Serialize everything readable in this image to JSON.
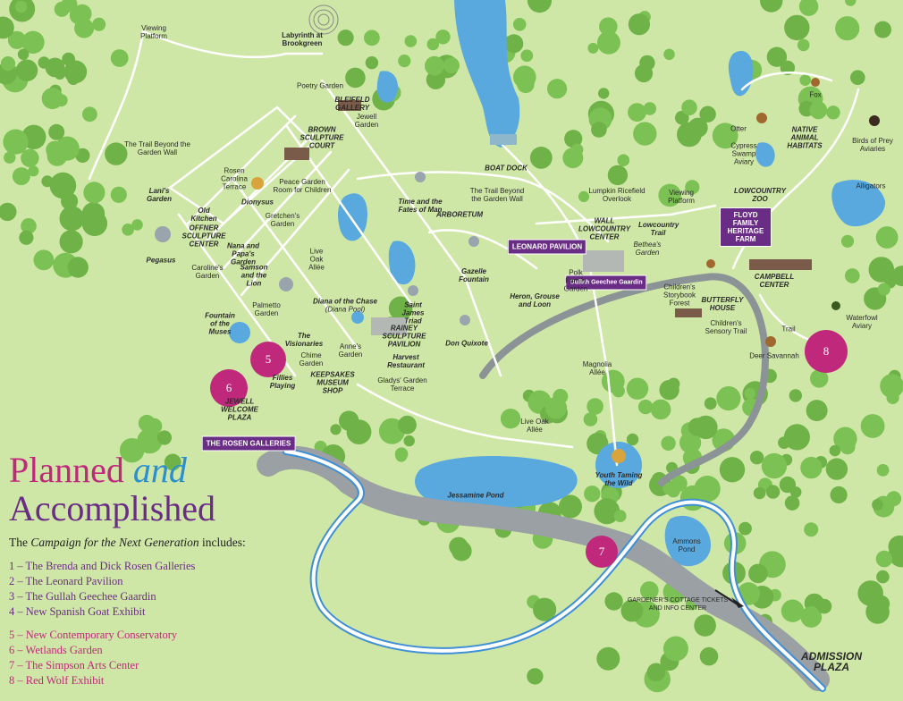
{
  "legend": {
    "title_planned": "Planned",
    "title_and": "and",
    "title_accomplished": "Accomplished",
    "intro_campaign": "Campaign for the Next Generation",
    "intro_before": "The ",
    "intro_after": " includes:",
    "accomplished_items": [
      "1 – The Brenda and Dick Rosen Galleries",
      "2 – The Leonard Pavilion",
      "3 – The Gullah Geechee Gaardin",
      "4 – New Spanish Goat Exhibit"
    ],
    "planned_items": [
      "5 – New Contemporary Conservatory",
      "6 – Wetlands Garden",
      "7 – The Simpson Arts Center",
      "8 – Red Wolf Exhibit"
    ],
    "colors": {
      "accomplished": "#6a2d86",
      "planned": "#c0287b",
      "and": "#2a8fd0"
    }
  },
  "markers": [
    {
      "num": "5"
    },
    {
      "num": "6"
    },
    {
      "num": "7"
    },
    {
      "num": "8"
    }
  ],
  "purple_labels": {
    "rosen": "THE ROSEN GALLERIES",
    "leonard": "LEONARD PAVILION",
    "gullah": "Gullah Geechee Gaardin",
    "floyd": "FLOYD FAMILY HERITAGE FARM"
  },
  "labels": {
    "viewing_platform_nw": "Viewing Platform",
    "labyrinth": "Labyrinth at Brookgreen",
    "poetry_garden": "Poetry Garden",
    "bleifeld": "BLEIFELD GALLERY",
    "jewell_garden": "Jewell Garden",
    "brown_court": "BROWN SCULPTURE COURT",
    "trail_beyond_left": "The Trail Beyond the Garden Wall",
    "rosen_carolina": "Rosen Carolina Terrace",
    "peace_garden": "Peace Garden Room for Children",
    "dionysus": "Dionysus",
    "lanis_garden": "Lani's Garden",
    "old_kitchen": "Old Kitchen",
    "offner": "OFFNER SCULPTURE CENTER",
    "gretchens": "Gretchen's Garden",
    "pegasus": "Pegasus",
    "nana_papa": "Nana and Papa's Garden",
    "live_oak_allee_top": "Live Oak Allée",
    "carolines": "Caroline's Garden",
    "samson": "Samson and the Lion",
    "palmetto": "Palmetto Garden",
    "diana": "Diana of the Chase",
    "diana_sub": "(Diana Pool)",
    "fountain_muses": "Fountain of the Muses",
    "visionaries": "The Visionaries",
    "annes": "Anne's Garden",
    "chime": "Chime Garden",
    "fillies": "Fillies Playing",
    "keepsakes": "KEEPSAKES MUSEUM SHOP",
    "jewell_welcome": "JEWELL WELCOME PLAZA",
    "time_fates": "Time and the Fates of Man",
    "arboretum": "ARBORETUM",
    "trail_beyond_mid": "The Trail Beyond the Garden Wall",
    "gazelle": "Gazelle Fountain",
    "saint_james": "Saint James Triad",
    "rainey": "RAINEY SCULPTURE PAVILION",
    "harvest": "Harvest Restaurant",
    "gladys": "Gladys' Garden Terrace",
    "don_quixote": "Don Quixote",
    "heron": "Heron, Grouse and Loon",
    "boat_dock": "BOAT DOCK",
    "lumpkin": "Lumpkin Ricefield Overlook",
    "viewing_platform_e": "Viewing Platform",
    "wall_lowcountry": "WALL LOWCOUNTRY CENTER",
    "lowcountry_trail": "Lowcountry Trail",
    "bethea": "Bethea's Garden",
    "polk": "Polk Family Garden",
    "childrens_forest": "Children's Storybook Forest",
    "butterfly": "BUTTERFLY HOUSE",
    "childrens_trail": "Children's Sensory Trail",
    "magnolia": "Magnolia Allée",
    "live_oak_allee_low": "Live Oak Allée",
    "jessamine": "Jessamine Pond",
    "youth": "Youth Taming the Wild",
    "ammons": "Ammons Pond",
    "gardener": "GARDENER'S COTTAGE TICKETS AND INFO CENTER",
    "admission": "ADMISSION PLAZA",
    "fox": "Fox",
    "otter": "Otter",
    "native": "NATIVE ANIMAL HABITATS",
    "cypress": "Cypress Swamp Aviary",
    "birds_prey": "Birds of Prey Aviaries",
    "alligators": "Alligators",
    "lowcountry_zoo": "LOWCOUNTRY ZOO",
    "campbell": "CAMPBELL CENTER",
    "trail": "Trail",
    "waterfowl": "Waterfowl Aviary",
    "deer": "Deer Savannah"
  },
  "colors": {
    "background": "#cfe7a6",
    "water": "#58a8dc",
    "trees": "#6fb248",
    "road": "#8d9396",
    "path": "#ffffff"
  }
}
